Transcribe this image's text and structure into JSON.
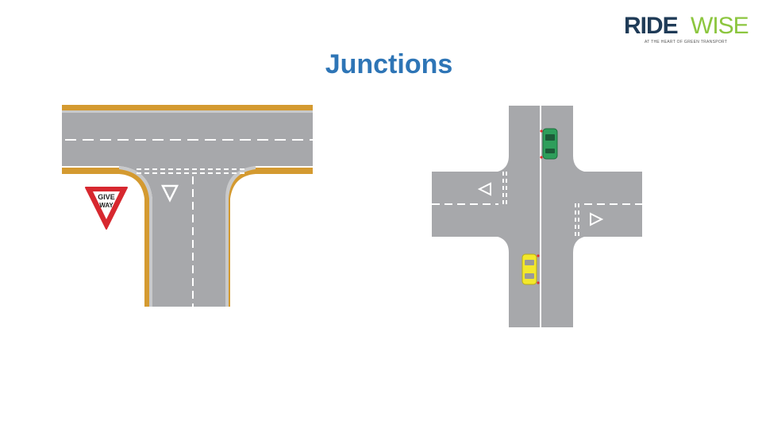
{
  "slide": {
    "title": "Junctions"
  },
  "logo": {
    "text_part1": "RIDE",
    "text_part2": "WISE",
    "tagline": "AT THE HEART OF GREEN TRANSPORT",
    "colors": {
      "ride": "#1f3b57",
      "wise": "#8cc63f"
    }
  },
  "t_junction": {
    "sign": {
      "line1": "GIVE",
      "line2": "WAY",
      "color": "#d7282f"
    },
    "road_marking_icon": "give-way-triangle",
    "colors": {
      "road": "#a7a8ab",
      "verge": "#d49a30",
      "kerb": "#c8c9cb",
      "markings": "#ffffff"
    }
  },
  "crossroads": {
    "vehicles": [
      {
        "name": "green-car",
        "color": "#2e9e5b"
      },
      {
        "name": "yellow-car",
        "color": "#f3e82b"
      }
    ],
    "road_marking_icons": [
      "give-way-triangle-left",
      "give-way-triangle-right"
    ],
    "colors": {
      "road": "#a7a8ab",
      "markings": "#ffffff"
    }
  }
}
